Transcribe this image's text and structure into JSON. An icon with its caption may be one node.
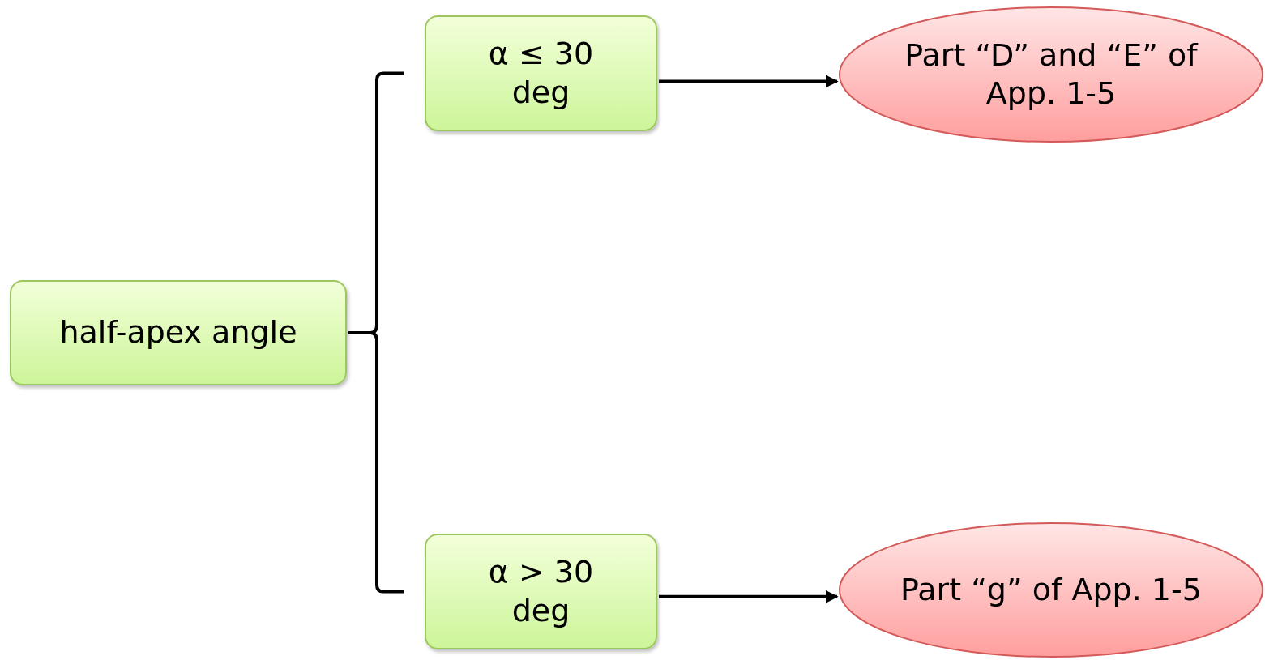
{
  "diagram": {
    "nodes": [
      {
        "text": [
          "half-apex angle"
        ]
      },
      {
        "text": [
          "α ≤ 30 deg"
        ]
      },
      {
        "text": [
          "α > 30 deg"
        ]
      },
      {
        "text": [
          "Part “D” and “E” of App. 1-5"
        ]
      },
      {
        "text": [
          "Part “g” of App. 1-5"
        ]
      }
    ],
    "edges": [
      {
        "from": 0,
        "to": 1,
        "arrow": "none"
      },
      {
        "from": 0,
        "to": 2,
        "arrow": "none"
      },
      {
        "from": 1,
        "to": 3,
        "arrow": "to"
      },
      {
        "from": 2,
        "to": 4,
        "arrow": "to"
      }
    ]
  }
}
